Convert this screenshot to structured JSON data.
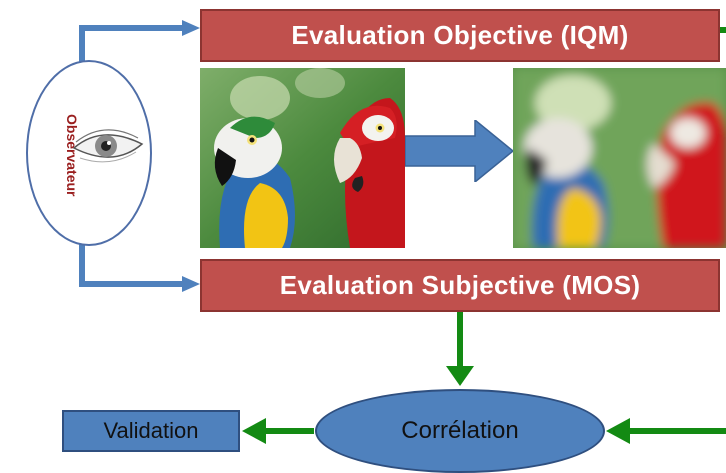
{
  "diagram": {
    "objective_label": "Evaluation Objective  (IQM)",
    "subjective_label": "Evaluation Subjective (MOS)",
    "observer_label": "Observateur",
    "correlation_label": "Corrélation",
    "validation_label": "Validation"
  },
  "colors": {
    "banner_red": "#c0504d",
    "connector_blue": "#4f81bd",
    "arrow_green": "#138a13",
    "observer_text": "#9a1f1f"
  },
  "icons": {
    "observer_eye": "eye-icon",
    "transform_arrow": "right-arrow-icon"
  }
}
